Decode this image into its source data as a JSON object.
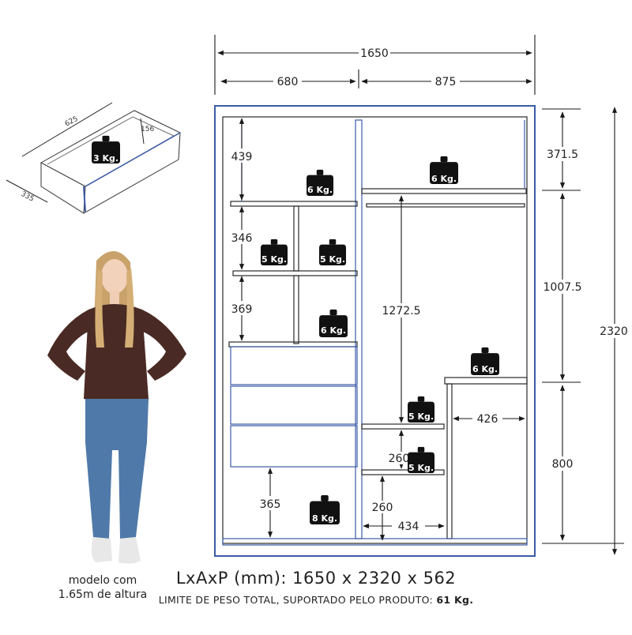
{
  "drawer": {
    "length": "625",
    "height": "156",
    "depth": "335",
    "weight": "3 Kg."
  },
  "model_caption": {
    "line1": "modelo com",
    "line2": "1.65m de altura"
  },
  "wardrobe": {
    "total_width": "1650",
    "left_width": "680",
    "right_width": "875",
    "left_heights": [
      "439",
      "346",
      "369",
      "365"
    ],
    "right_heights": [
      "371.5",
      "1007.5",
      "800"
    ],
    "total_height": "2320",
    "hanging_height": "1272.5",
    "small_shelf_gap_1": "260",
    "small_shelf_gap_2": "260",
    "inner_width_1": "434",
    "inner_width_2": "426",
    "weights": {
      "top_left": "6 Kg.",
      "mid_left_a": "5 Kg.",
      "mid_left_b": "5 Kg.",
      "lower_left": "6 Kg.",
      "bottom_left": "8 Kg.",
      "top_right": "6 Kg.",
      "right_shelf": "6 Kg.",
      "small_1": "5 Kg.",
      "small_2": "5 Kg."
    }
  },
  "captions": {
    "dims_label": "LxAxP (mm): 1650 x 2320 x 562",
    "limit_prefix": "LIMITE DE PESO TOTAL, SUPORTADO PELO PRODUTO:",
    "limit_value": "61 Kg."
  },
  "colors": {
    "line": "#2a2a2a",
    "panel_edge": "#3b5ba8",
    "weight_fill": "#111111"
  }
}
